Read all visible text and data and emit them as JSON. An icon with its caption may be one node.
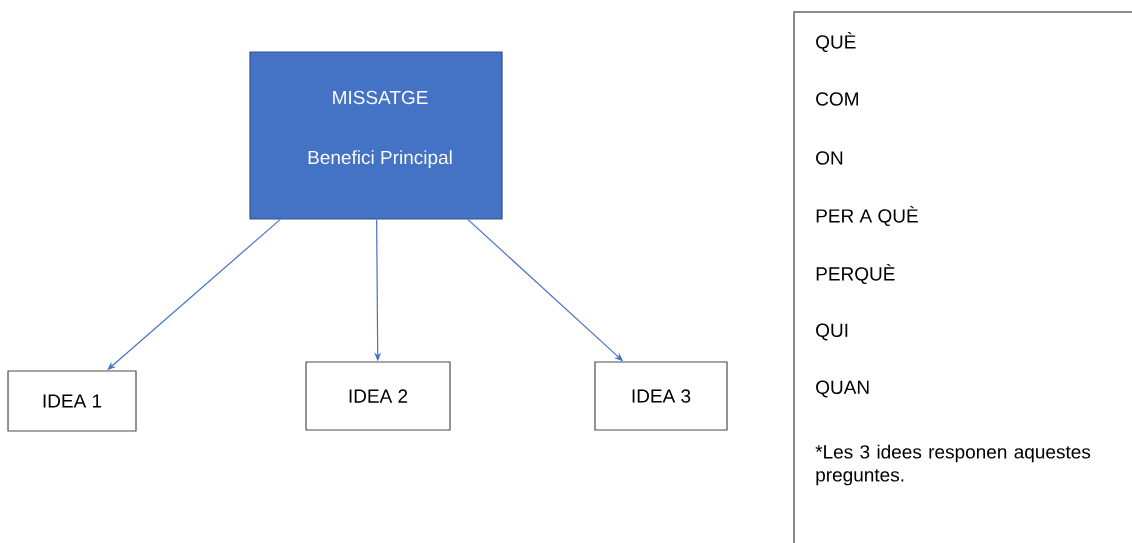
{
  "diagram": {
    "nodes": [
      {
        "text": [
          "MISSATGE",
          "Benefici Principal"
        ]
      },
      {
        "text": [
          "IDEA 1"
        ]
      },
      {
        "text": [
          "IDEA 2"
        ]
      },
      {
        "text": [
          "IDEA 3"
        ]
      },
      {
        "text": [
          "QUÈ",
          "COM",
          "ON",
          "PER A QUÈ",
          "PERQUÈ",
          "QUI",
          "QUAN",
          "*Les 3 idees responen aquestes preguntes."
        ]
      }
    ],
    "edges": [
      {
        "from": 0,
        "to": 1,
        "arrow": "to"
      },
      {
        "from": 0,
        "to": 2,
        "arrow": "to"
      },
      {
        "from": 0,
        "to": 3,
        "arrow": "to"
      }
    ]
  }
}
